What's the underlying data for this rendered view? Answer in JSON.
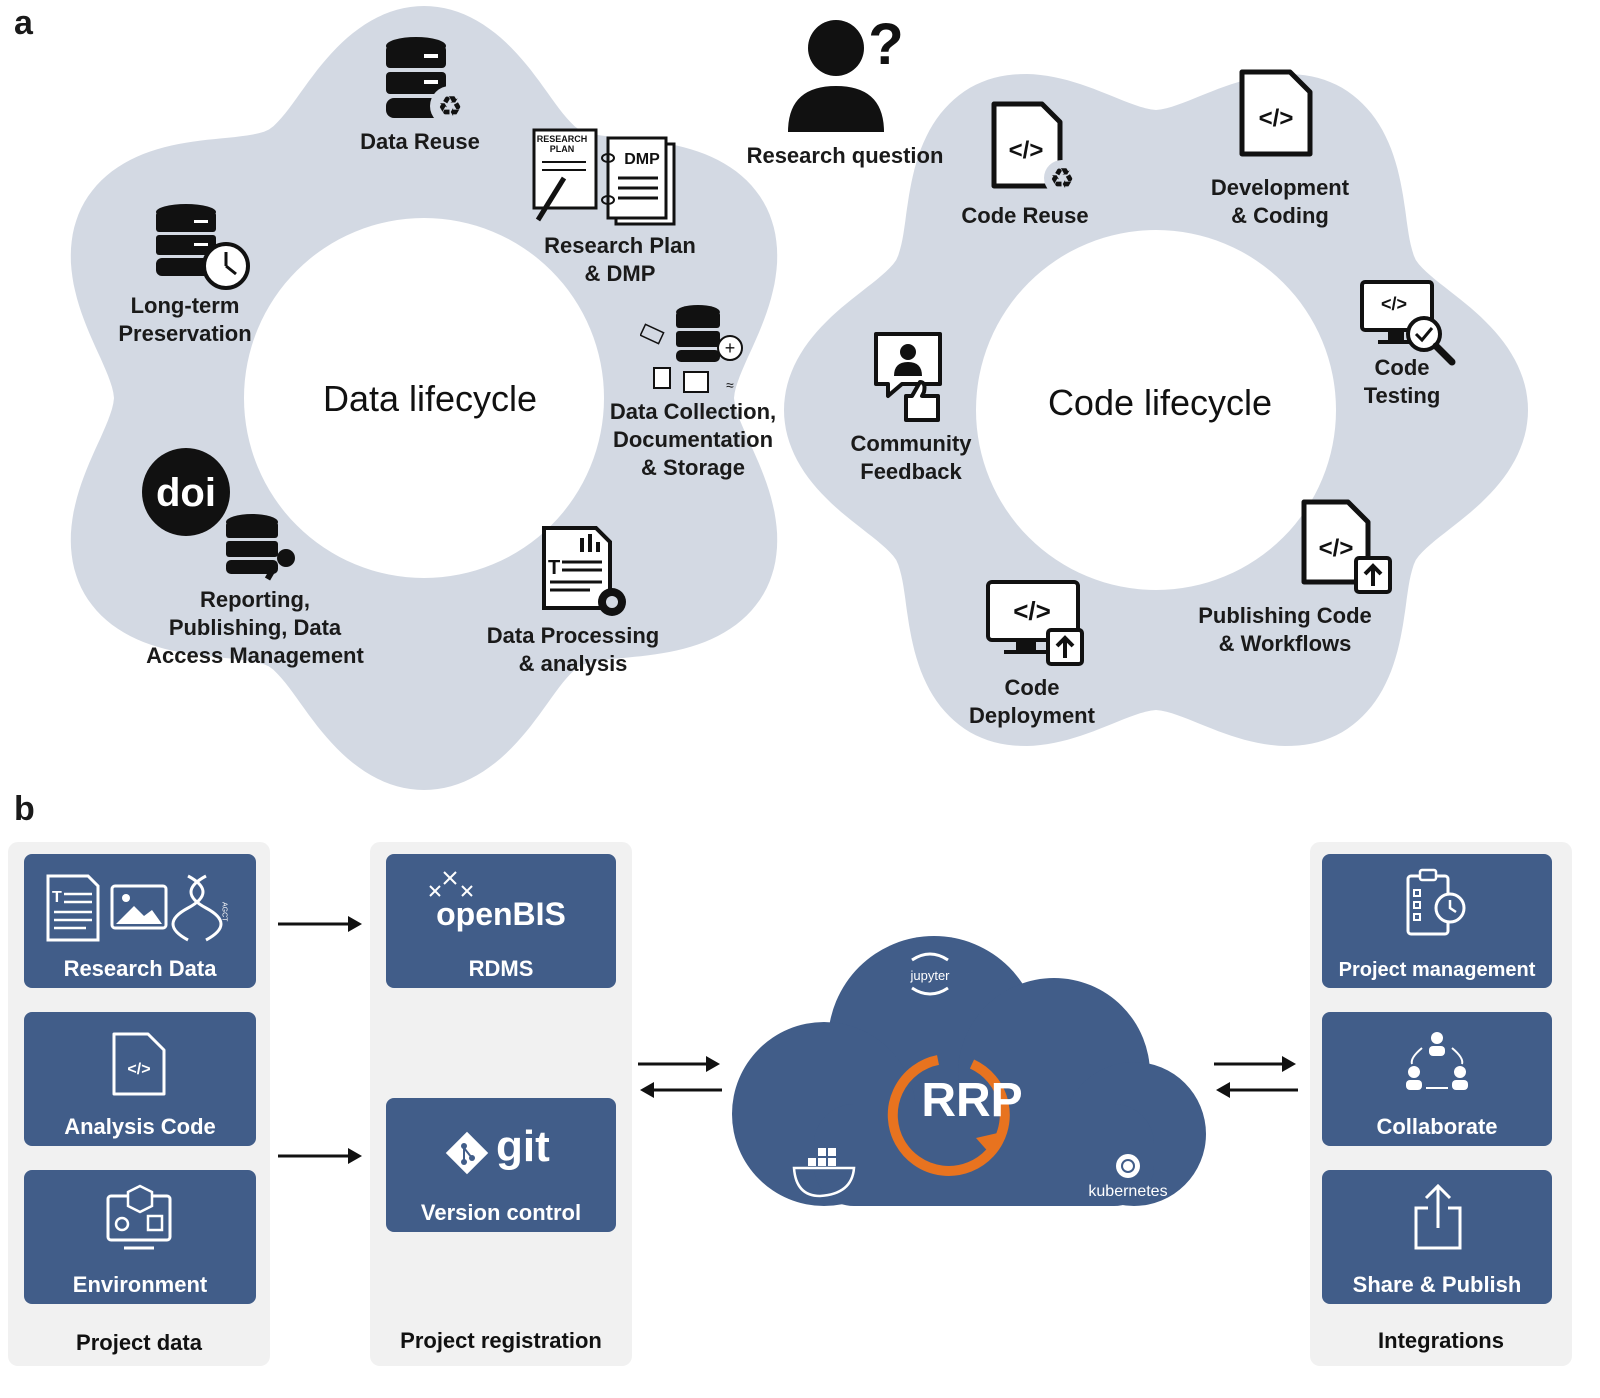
{
  "panels": {
    "a": "a",
    "b": "b"
  },
  "panel_a": {
    "data_gear": {
      "title": "Data lifecycle",
      "stages": [
        {
          "id": "data-reuse",
          "label": "Data Reuse",
          "icon": "database-recycle-icon"
        },
        {
          "id": "research-plan",
          "label": "Research Plan\n& DMP",
          "icon": "research-plan-dmp-icon",
          "icon_text_1": "RESEARCH PLAN",
          "icon_text_2": "DMP"
        },
        {
          "id": "data-collection",
          "label": "Data Collection,\nDocumentation\n& Storage",
          "icon": "database-add-icon"
        },
        {
          "id": "data-processing",
          "label": "Data Processing\n& analysis",
          "icon": "report-gear-icon"
        },
        {
          "id": "reporting",
          "label": "Reporting,\nPublishing, Data\nAccess Management",
          "icon": "doi-database-key-icon",
          "icon_text": "doi"
        },
        {
          "id": "long-term",
          "label": "Long-term\nPreservation",
          "icon": "database-clock-icon"
        }
      ]
    },
    "research_question": {
      "label": "Research question",
      "icon": "person-question-icon"
    },
    "code_gear": {
      "title": "Code lifecycle",
      "stages": [
        {
          "id": "code-reuse",
          "label": "Code Reuse",
          "icon": "code-file-recycle-icon"
        },
        {
          "id": "development",
          "label": "Development\n& Coding",
          "icon": "code-file-icon"
        },
        {
          "id": "code-testing",
          "label": "Code\nTesting",
          "icon": "monitor-bug-magnifier-icon"
        },
        {
          "id": "publishing-code",
          "label": "Publishing Code\n& Workflows",
          "icon": "code-file-upload-icon"
        },
        {
          "id": "code-deployment",
          "label": "Code\nDeployment",
          "icon": "monitor-code-upload-icon"
        },
        {
          "id": "community-feedback",
          "label": "Community\nFeedback",
          "icon": "chat-person-thumbsup-icon"
        }
      ]
    }
  },
  "panel_b": {
    "project_data": {
      "title": "Project data",
      "cards": [
        {
          "label": "Research Data",
          "icon": "document-image-dna-icon",
          "dna_text": "AGCT"
        },
        {
          "label": "Analysis Code",
          "icon": "code-file-icon"
        },
        {
          "label": "Environment",
          "icon": "environment-monitor-icon"
        }
      ]
    },
    "project_registration": {
      "title": "Project registration",
      "cards": [
        {
          "label": "RDMS",
          "logo": "openBIS"
        },
        {
          "label": "Version control",
          "logo": "git"
        }
      ]
    },
    "cloud": {
      "logo": "RRP",
      "services": [
        "jupyter",
        "docker",
        "kubernetes"
      ]
    },
    "integrations": {
      "title": "Integrations",
      "cards": [
        {
          "label": "Project management",
          "icon": "clipboard-clock-icon"
        },
        {
          "label": "Collaborate",
          "icon": "people-cycle-icon"
        },
        {
          "label": "Share & Publish",
          "icon": "share-upload-icon"
        }
      ]
    }
  },
  "colors": {
    "gear": "#d3d9e3",
    "card": "#415d89",
    "column": "#f1f1f1",
    "orange": "#e8731f",
    "cloud": "#415d89"
  }
}
